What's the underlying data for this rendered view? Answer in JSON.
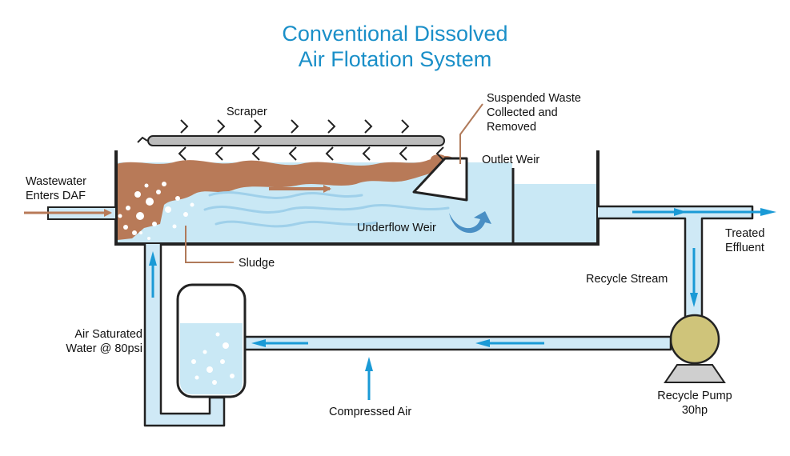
{
  "title": {
    "line1": "Conventional Dissolved",
    "line2": "Air Flotation System"
  },
  "labels": {
    "scraper": "Scraper",
    "suspended_waste": [
      "Suspended Waste",
      "Collected and",
      "Removed"
    ],
    "outlet_weir": "Outlet Weir",
    "wastewater_in": [
      "Wastewater",
      "Enters DAF"
    ],
    "underflow_weir": "Underflow Weir",
    "treated_effluent": [
      "Treated",
      "Effluent"
    ],
    "sludge": "Sludge",
    "recycle_stream": "Recycle Stream",
    "air_saturated": [
      "Air Saturated",
      "Water @ 80psi"
    ],
    "compressed_air": "Compressed Air",
    "recycle_pump": [
      "Recycle Pump",
      "30hp"
    ]
  },
  "colors": {
    "title": "#1a8fc8",
    "water": "#c9e8f5",
    "pipe_fill": "#cfe9f6",
    "flow_arrow": "#1a9ad6",
    "sludge": "#b87a58",
    "callout_line": "#b07a5a",
    "outline": "#222222",
    "scraper_bar": "#bcbcbc",
    "pump_ball": "#cfc47a",
    "wave": "#9fd0ea"
  }
}
